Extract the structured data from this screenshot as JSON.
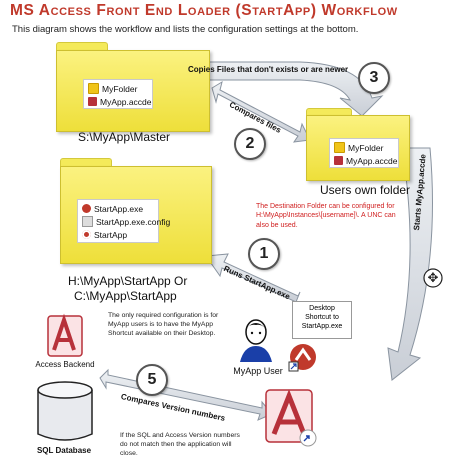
{
  "header": {
    "title": "MS Access Front End Loader (StartApp) Workflow",
    "subtitle": "This diagram shows the workflow and lists the configuration settings at the bottom."
  },
  "master_folder": {
    "label": "S:\\MyApp\\Master",
    "files": [
      {
        "icon": "folder-icon",
        "name": "MyFolder"
      },
      {
        "icon": "access-file-icon",
        "name": "MyApp.accde"
      }
    ]
  },
  "user_folder": {
    "label": "Users own folder",
    "files": [
      {
        "icon": "folder-icon",
        "name": "MyFolder"
      },
      {
        "icon": "access-file-icon",
        "name": "MyApp.accde"
      }
    ]
  },
  "startapp_folder": {
    "label_line1": "H:\\MyApp\\StartApp Or",
    "label_line2": "C:\\MyApp\\StartApp",
    "files": [
      {
        "icon": "exe-icon",
        "name": "StartApp.exe"
      },
      {
        "icon": "config-file-icon",
        "name": "StartApp.exe.config"
      },
      {
        "icon": "shortcut-icon",
        "name": "StartApp"
      }
    ]
  },
  "steps": {
    "copy": {
      "number": "3",
      "text": "Copies Files that don't exists or are newer"
    },
    "compare": {
      "number": "2",
      "text": "Compares files"
    },
    "runs": {
      "number": "1",
      "text": "Runs StartApp.exe"
    },
    "starts": {
      "text": "Starts MyApp.accde"
    },
    "version": {
      "number": "5",
      "text": "Compares Version numbers"
    }
  },
  "notes": {
    "destination": "The Destination Folder can be configured for H:\\MyApp\\Instances\\[username]\\. A UNC can also be used.",
    "required": "The only required configuration is for MyApp users is to have the MyApp Shortcut available on their Desktop.",
    "desktop_callout": "Desktop Shortcut to StartApp.exe",
    "version_note": "If the SQL and Access Version numbers do not match then the application will close."
  },
  "labels": {
    "user": "MyApp User",
    "access_backend": "Access Backend",
    "sql_database": "SQL Database"
  },
  "colors": {
    "title": "#c0392b",
    "folder": "#f4ea5a",
    "arrow": "#d8dde4",
    "note_red": "#d02020",
    "access_red": "#b7313a"
  }
}
